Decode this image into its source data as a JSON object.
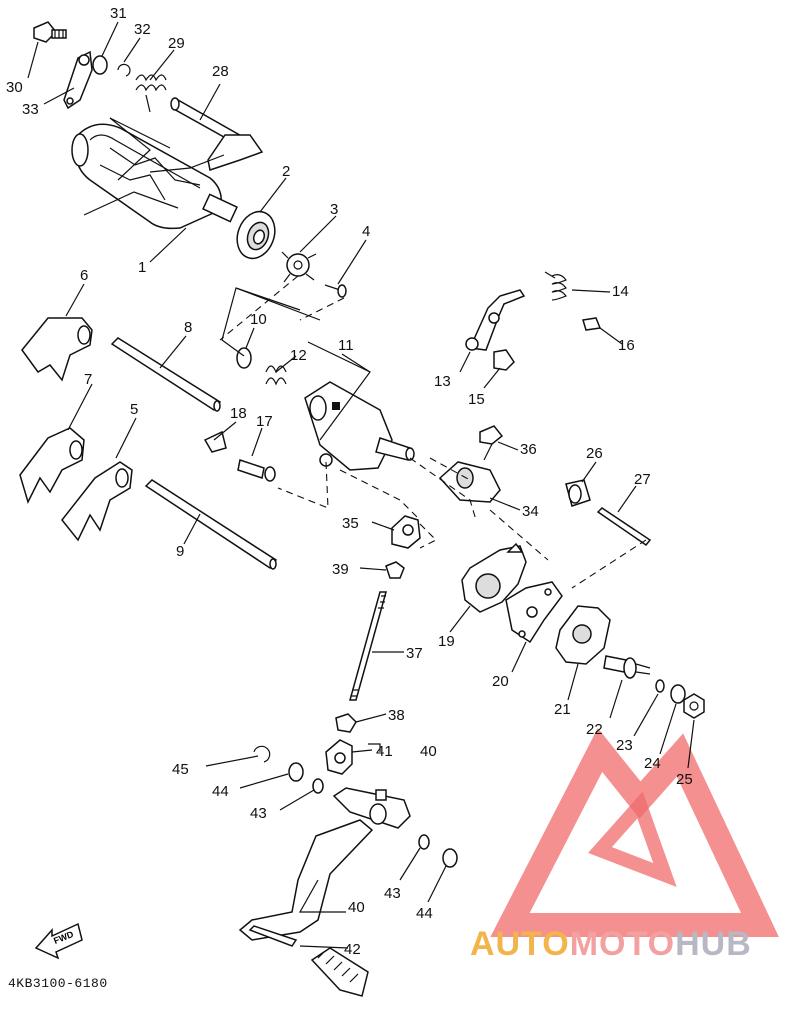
{
  "diagram": {
    "part_code": "4KB3100-6180",
    "fwd_label": "FWD",
    "watermark": {
      "part1": "AUTO",
      "part2": "MOTO",
      "part3": "HUB",
      "color1": "#f2b44b",
      "color2": "#f2a0a0",
      "color3": "#b8b8c4",
      "logo_color": "#ef5b5b"
    },
    "callouts": {
      "c1": "1",
      "c2": "2",
      "c3": "3",
      "c4": "4",
      "c5": "5",
      "c6": "6",
      "c7": "7",
      "c8": "8",
      "c9": "9",
      "c10": "10",
      "c11": "11",
      "c12": "12",
      "c13": "13",
      "c14": "14",
      "c15": "15",
      "c16": "16",
      "c17": "17",
      "c18": "18",
      "c19": "19",
      "c20": "20",
      "c21": "21",
      "c22": "22",
      "c23": "23",
      "c24": "24",
      "c25": "25",
      "c26": "26",
      "c27": "27",
      "c28": "28",
      "c29": "29",
      "c30": "30",
      "c31": "31",
      "c32": "32",
      "c33": "33",
      "c34": "34",
      "c35": "35",
      "c36": "36",
      "c37": "37",
      "c38": "38",
      "c39": "39",
      "c40a": "40",
      "c40b": "40",
      "c41": "41",
      "c42": "42",
      "c43a": "43",
      "c43b": "43",
      "c44a": "44",
      "c44b": "44",
      "c45": "45"
    }
  }
}
